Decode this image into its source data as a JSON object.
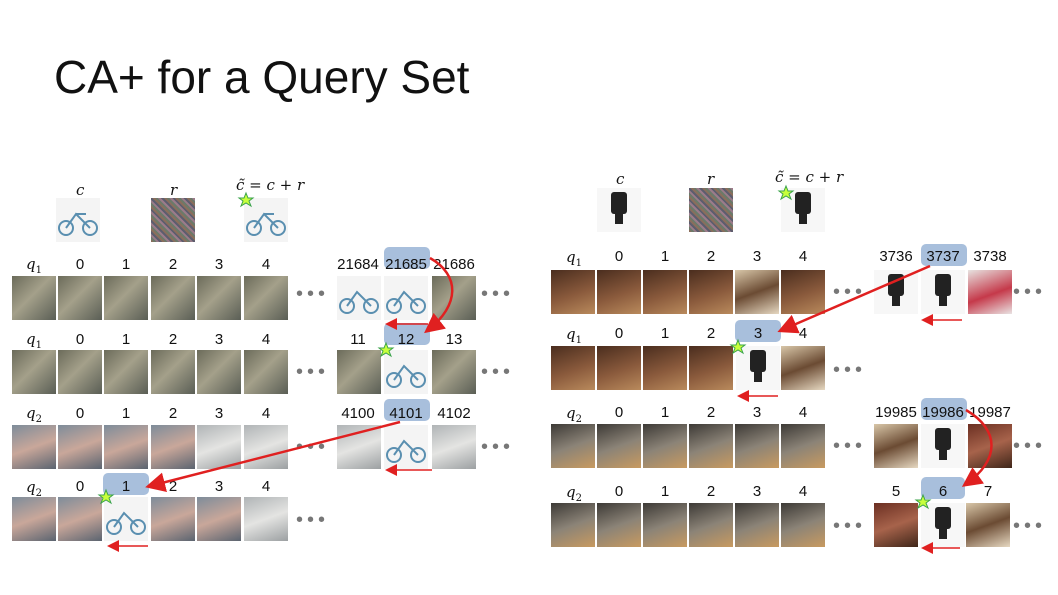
{
  "title": "CA+ for a Query Set",
  "math": {
    "c": "c",
    "r": "r",
    "ctilde": "c̃ = c + r"
  },
  "rank_labels": [
    "0",
    "1",
    "2",
    "3",
    "4"
  ],
  "left": {
    "rows": [
      {
        "query": "q",
        "sub": "1",
        "far_ranks": [
          "21684",
          "21685",
          "21686"
        ]
      },
      {
        "query": "q",
        "sub": "1",
        "far_ranks": [
          "11",
          "12",
          "13"
        ]
      },
      {
        "query": "q",
        "sub": "2",
        "far_ranks": [
          "4100",
          "4101",
          "4102"
        ]
      },
      {
        "query": "q",
        "sub": "2",
        "inline_highlight": "1"
      }
    ]
  },
  "right": {
    "rows": [
      {
        "query": "q",
        "sub": "1",
        "far_ranks": [
          "3736",
          "3737",
          "3738"
        ]
      },
      {
        "query": "q",
        "sub": "1",
        "inline_highlight": "3"
      },
      {
        "query": "q",
        "sub": "2",
        "far_ranks": [
          "19985",
          "19986",
          "19987"
        ]
      },
      {
        "query": "q",
        "sub": "2",
        "far_ranks": [
          "5",
          "6",
          "7"
        ]
      }
    ]
  },
  "colors": {
    "highlight": "#a8bfdc",
    "arrow": "#e02020",
    "star": "#c8ff3c"
  }
}
